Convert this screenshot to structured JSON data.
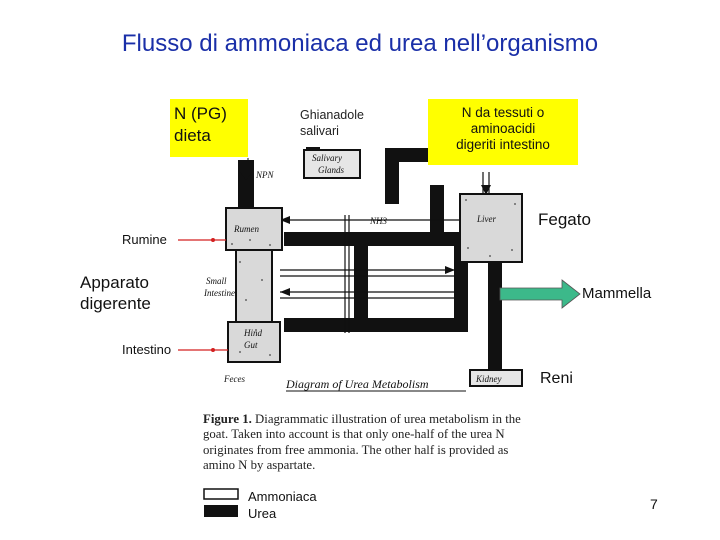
{
  "title": "Flusso di ammoniaca ed urea nell’organismo",
  "boxes": {
    "np_diet": [
      "N (PG)",
      "dieta"
    ],
    "tissue_n": [
      "N da tessuti o",
      "aminoacidi",
      "digeriti intestino"
    ]
  },
  "labels": {
    "ghiandole": [
      "Ghianadole",
      "salivari"
    ],
    "fegato": "Fegato",
    "rumine": "Rumine",
    "apparato": [
      "Apparato",
      "digerente"
    ],
    "mammella": "Mammella",
    "intestino": "Intestino",
    "reni": "Reni"
  },
  "figure": {
    "salivary": [
      "Salivary",
      "Glands"
    ],
    "rumen": "Rumen",
    "liver": "Liver",
    "small_intestine": [
      "Small",
      "Intestine"
    ],
    "hind_gut": [
      "Hind",
      "Gut"
    ],
    "kidney": "Kidney",
    "npn": "NPN",
    "nh3": "NH3",
    "feces": "Feces",
    "diagram_title": "Diagram of Urea Metabolism",
    "caption_label": "Figure 1.",
    "caption_text": "Diagrammatic illustration of urea metabolism in the goat. Taken into account is that only one-half of the urea N originates from free ammonia. The other half is provided as amino N by aspartate."
  },
  "legend": {
    "ammoniaca": "Ammoniaca",
    "urea": "Urea"
  },
  "colors": {
    "title": "#1a2fa8",
    "highlight": "#ffff00",
    "mammella_arrow": "#3cb98a"
  },
  "page_number": "7"
}
